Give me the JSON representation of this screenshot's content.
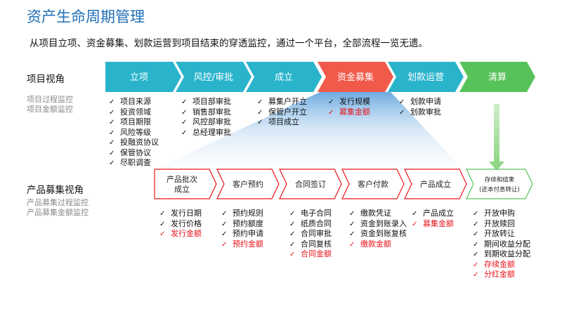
{
  "title": "资产生命周期管理",
  "subtitle": "从项目立项、资金募集、划款运营到项目结束的穿透监控，通过一个平台，全部流程一览无遗。",
  "project_view": {
    "label": "项目视角",
    "sub_lines": [
      "项目过程监控",
      "项目金额监控"
    ],
    "stages": [
      {
        "label": "立项",
        "color": "#2ab4cc"
      },
      {
        "label": "风控/审批",
        "color": "#2ab4cc"
      },
      {
        "label": "成立",
        "color": "#2ab4cc"
      },
      {
        "label": "资金募集",
        "color": "#f15a4b"
      },
      {
        "label": "划款运营",
        "color": "#2ab4cc"
      },
      {
        "label": "清算",
        "color": "#57c25a"
      }
    ],
    "checklists": [
      [
        {
          "text": "项目来源",
          "red": false
        },
        {
          "text": "投资领域",
          "red": false
        },
        {
          "text": "项目期限",
          "red": false
        },
        {
          "text": "风险等级",
          "red": false
        },
        {
          "text": "投融资协议",
          "red": false
        },
        {
          "text": "保管协议",
          "red": false
        },
        {
          "text": "尽职调查",
          "red": false
        }
      ],
      [
        {
          "text": "项目部审批",
          "red": false
        },
        {
          "text": "销售部审批",
          "red": false
        },
        {
          "text": "风控部审批",
          "red": false
        },
        {
          "text": "总经理审批",
          "red": false
        }
      ],
      [
        {
          "text": "募集户开立",
          "red": false
        },
        {
          "text": "保管户开立",
          "red": false
        },
        {
          "text": "项目成立",
          "red": false
        }
      ],
      [
        {
          "text": "发行规模",
          "red": false
        },
        {
          "text": "募集金额",
          "red": true
        }
      ],
      [
        {
          "text": "划款申请",
          "red": false
        },
        {
          "text": "划款审批",
          "red": false
        }
      ]
    ]
  },
  "product_view": {
    "label": "产品募集视角",
    "sub_lines": [
      "产品募集过程监控",
      "产品募集金额监控"
    ],
    "stages": [
      {
        "lines": [
          "产品批次",
          "成立"
        ]
      },
      {
        "lines": [
          "客户预约"
        ]
      },
      {
        "lines": [
          "合同签订"
        ]
      },
      {
        "lines": [
          "客户付款"
        ]
      },
      {
        "lines": [
          "产品成立"
        ]
      },
      {
        "lines": [
          "存续和结束",
          "(还本付息转让)"
        ]
      }
    ],
    "checklists": [
      [
        {
          "text": "发行日期",
          "red": false
        },
        {
          "text": "发行价格",
          "red": false
        },
        {
          "text": "发行金额",
          "red": true
        }
      ],
      [
        {
          "text": "预约规则",
          "red": false
        },
        {
          "text": "预约额度",
          "red": false
        },
        {
          "text": "预约申请",
          "red": false
        },
        {
          "text": "预约金额",
          "red": true
        }
      ],
      [
        {
          "text": "电子合同",
          "red": false
        },
        {
          "text": "纸质合同",
          "red": false
        },
        {
          "text": "合同审批",
          "red": false
        },
        {
          "text": "合同复核",
          "red": false
        },
        {
          "text": "合同金额",
          "red": true
        }
      ],
      [
        {
          "text": "缴款凭证",
          "red": false
        },
        {
          "text": "资金到账录入",
          "red": false
        },
        {
          "text": "资金到账复核",
          "red": false
        },
        {
          "text": "缴款金额",
          "red": true
        }
      ],
      [
        {
          "text": "产品成立",
          "red": false
        },
        {
          "text": "募集金额",
          "red": true
        }
      ],
      [
        {
          "text": "开放申购",
          "red": false
        },
        {
          "text": "开放赎回",
          "red": false
        },
        {
          "text": "开放转让",
          "red": false
        },
        {
          "text": "期间收益分配",
          "red": false
        },
        {
          "text": "到期收益分配",
          "red": false
        },
        {
          "text": "存续金额",
          "red": true
        },
        {
          "text": "分红金额",
          "red": true
        }
      ]
    ]
  },
  "colors": {
    "title": "#1f6fb6",
    "teal": "#2ab4cc",
    "red": "#f15a4b",
    "green": "#57c25a",
    "alert": "#e8141b"
  }
}
